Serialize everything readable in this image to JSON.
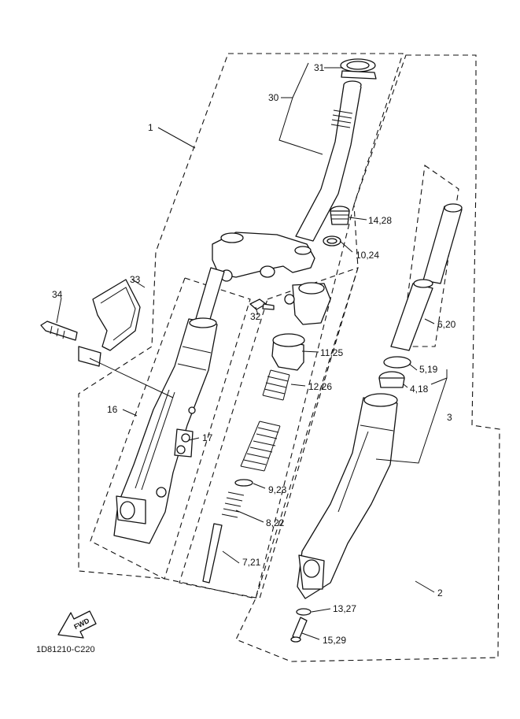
{
  "diagram": {
    "drawing_code": "1D81210-C220",
    "fwd_label": "FWD",
    "callouts": [
      {
        "id": "c1",
        "text": "1"
      },
      {
        "id": "c2",
        "text": "2"
      },
      {
        "id": "c3",
        "text": "3"
      },
      {
        "id": "c4_18",
        "text": "4,18"
      },
      {
        "id": "c5_19",
        "text": "5,19"
      },
      {
        "id": "c6_20",
        "text": "6,20"
      },
      {
        "id": "c7_21",
        "text": "7,21"
      },
      {
        "id": "c8_22",
        "text": "8,22"
      },
      {
        "id": "c9_23",
        "text": "9,23"
      },
      {
        "id": "c10_24",
        "text": "10,24"
      },
      {
        "id": "c11_25",
        "text": "11,25"
      },
      {
        "id": "c12_26",
        "text": "12,26"
      },
      {
        "id": "c13_27",
        "text": "13,27"
      },
      {
        "id": "c14_28",
        "text": "14,28"
      },
      {
        "id": "c15_29",
        "text": "15,29"
      },
      {
        "id": "c16",
        "text": "16"
      },
      {
        "id": "c17",
        "text": "17"
      },
      {
        "id": "c30",
        "text": "30"
      },
      {
        "id": "c31",
        "text": "31"
      },
      {
        "id": "c32",
        "text": "32"
      },
      {
        "id": "c33",
        "text": "33"
      },
      {
        "id": "c34",
        "text": "34"
      }
    ]
  }
}
